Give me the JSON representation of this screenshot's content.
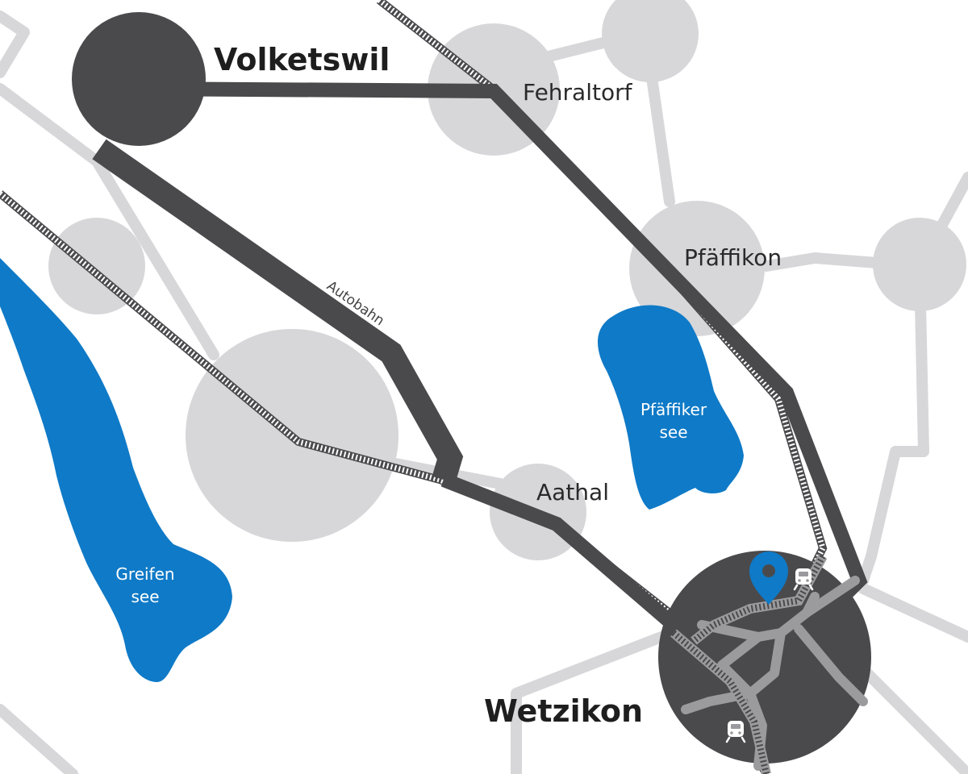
{
  "map": {
    "places": {
      "volketswil": "Volketswil",
      "fehraltorf": "Fehraltorf",
      "pfaeffikon": "Pfäffikon",
      "aathal": "Aathal",
      "wetzikon": "Wetzikon"
    },
    "lakes": {
      "pfaeffikersee": [
        "Pfäffiker",
        "see"
      ],
      "greifensee": [
        "Greifen",
        "see"
      ]
    },
    "road_label": "Autobahn",
    "icons": {
      "location": "location-pin-icon",
      "station_north": "train-icon",
      "station_south": "train-icon"
    },
    "colors": {
      "lake": "#0f7ac7",
      "town": "#d7d7da",
      "highlight_town": "#4a4a4d",
      "road": "#4a4a4d",
      "rail_minor": "#c9c9cc",
      "pin": "#0f7ac7"
    }
  }
}
